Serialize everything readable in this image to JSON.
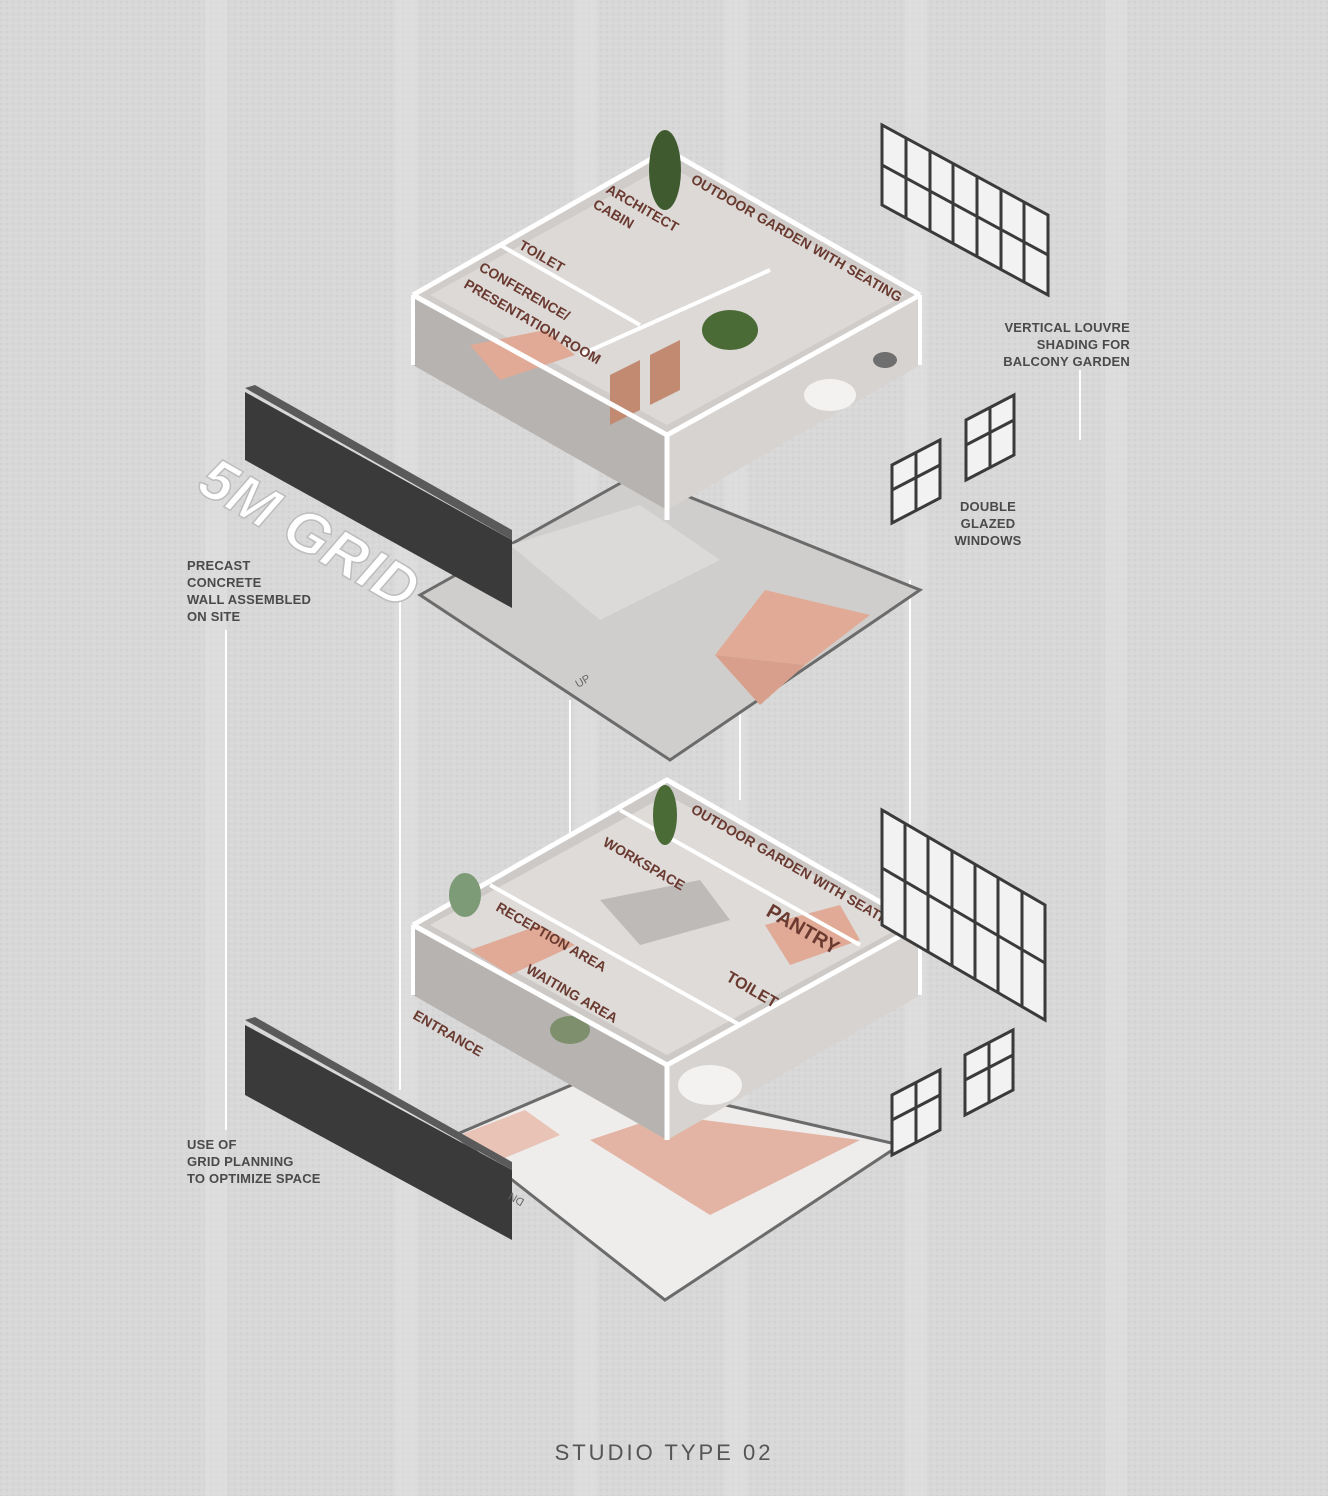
{
  "title": "STUDIO TYPE 02",
  "grid_label": "5M GRID",
  "upper_floor": {
    "rooms": [
      "OUTDOOR GARDEN WITH SEATING",
      "ARCHITECT",
      "CABIN",
      "TOILET",
      "CONFERENCE/",
      "PRESENTATION ROOM"
    ],
    "stair_label": "UP"
  },
  "lower_floor": {
    "rooms": [
      "OUTDOOR GARDEN WITH SEATING",
      "WORKSPACE",
      "RECEPTION AREA",
      "WAITING AREA",
      "PANTRY",
      "TOILET",
      "ENTRANCE"
    ],
    "stair_label": "DN"
  },
  "annotations": {
    "louvre": [
      "VERTICAL LOUVRE",
      "SHADING FOR",
      "BALCONY GARDEN"
    ],
    "windows": [
      "DOUBLE",
      "GLAZED",
      "WINDOWS"
    ],
    "precast": [
      "PRECAST",
      "CONCRETE",
      "WALL ASSEMBLED",
      "ON SITE"
    ],
    "grid_planning": [
      "USE OF",
      "GRID PLANNING",
      "TO OPTIMIZE SPACE"
    ]
  },
  "colors": {
    "background": "#d9d9d9",
    "wall": "#c9c6c4",
    "wall_top": "#ffffff",
    "floor": "#e3e1df",
    "accent": "#e0aa96",
    "concrete_panel": "#3a3a3a",
    "label_text": "#6a3a30"
  }
}
